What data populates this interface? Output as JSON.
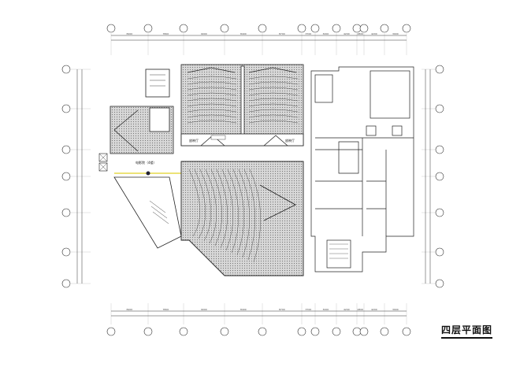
{
  "drawing": {
    "title": "四层平面图",
    "top_dimensions": [
      "8400",
      "7800",
      "9000",
      "8400",
      "8700",
      "3700",
      "3200",
      "4200",
      "2800",
      "4200",
      "3900"
    ],
    "bottom_dimensions": [
      "8400",
      "7800",
      "9000",
      "8400",
      "8700",
      "3700",
      "3200",
      "4200",
      "2800",
      "4200",
      "3900"
    ],
    "room_labels": {
      "cinema": "电影院（4楼）",
      "hall_a": "放映厅",
      "hall_b": "放映厅"
    },
    "colors": {
      "line": "#222222",
      "hatch": "#9a9a9a",
      "corridor": "#e6d84a"
    }
  }
}
